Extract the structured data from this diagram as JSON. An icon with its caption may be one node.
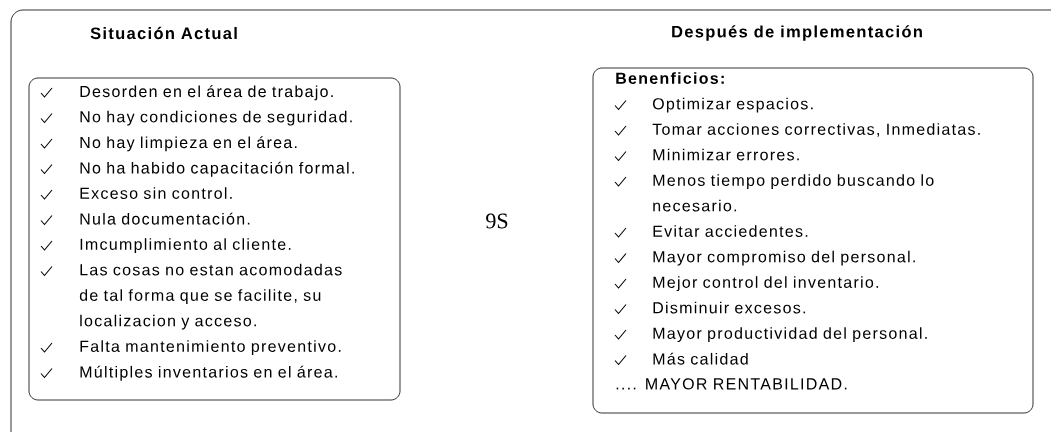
{
  "diagram": {
    "nodes": [
      {
        "text": [
          "9S"
        ]
      },
      {
        "text": [
          "Situación Actual",
          "Desorden en el área de trabajo.",
          "No hay condiciones de seguridad.",
          "No hay limpieza en el área.",
          "No ha habido capacitación formal.",
          "Exceso sin control.",
          "Nula documentación.",
          "Imcumplimiento al cliente.",
          "Las cosas no estan acomodadas de tal forma que se facilite, su localizacion y acceso.",
          "Falta mantenimiento preventivo.",
          "Múltiples inventarios en el área."
        ],
        "in": 0
      },
      {
        "text": [
          "Después de implementación",
          "Benenficios:",
          "Optimizar espacios.",
          "Tomar acciones correctivas, Inmediatas.",
          "Minimizar errores.",
          "Menos tiempo perdido buscando lo necesario.",
          "Evitar acciedentes.",
          "Mayor compromiso del personal.",
          "Mejor control del inventario.",
          "Disminuir excesos.",
          "Mayor productividad del personal.",
          "Más calidad",
          ".... MAYOR RENTABILIDAD."
        ],
        "in": 0
      }
    ]
  }
}
